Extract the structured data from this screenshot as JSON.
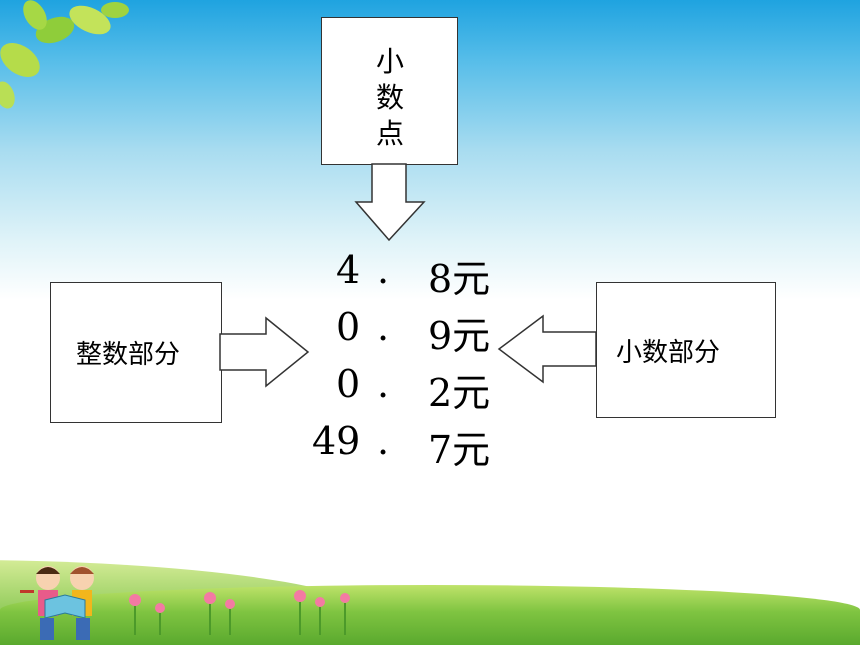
{
  "labels": {
    "decimal_point": [
      "小",
      "数",
      "点"
    ],
    "integer_part": "整数部分",
    "decimal_part": "小数部分"
  },
  "rows": [
    {
      "integer": "4",
      "dot": ".",
      "decimal": "8元"
    },
    {
      "integer": "0",
      "dot": ".",
      "decimal": "9元"
    },
    {
      "integer": "0",
      "dot": ".",
      "decimal": "2元"
    },
    {
      "integer": "49",
      "dot": ".",
      "decimal": "7元"
    }
  ],
  "colors": {
    "sky": "#1fa3e0",
    "grass": "#7fc441",
    "leaf": "#9fd341"
  }
}
